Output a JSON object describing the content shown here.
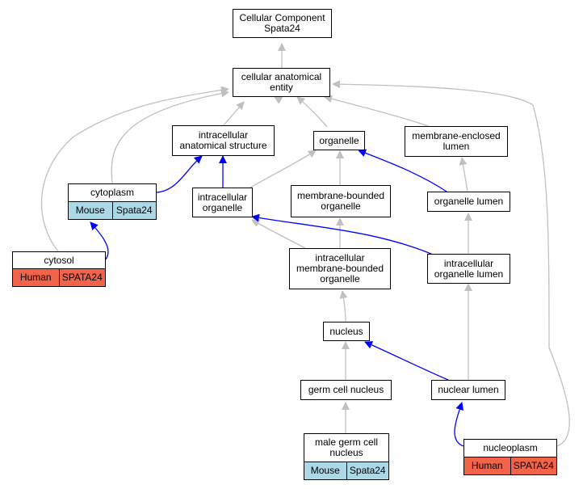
{
  "nodes": {
    "root": {
      "label": "Cellular Component\nSpata24"
    },
    "cae": {
      "label": "cellular anatomical\nentity"
    },
    "ias": {
      "label": "intracellular\nanatomical structure"
    },
    "organelle": {
      "label": "organelle"
    },
    "mel": {
      "label": "membrane-enclosed\nlumen"
    },
    "cytoplasm": {
      "label": "cytoplasm",
      "species": "Mouse",
      "gene": "Spata24"
    },
    "io": {
      "label": "intracellular\norganelle"
    },
    "mbo": {
      "label": "membrane-bounded\norganelle"
    },
    "ol": {
      "label": "organelle lumen"
    },
    "cytosol": {
      "label": "cytosol",
      "species": "Human",
      "gene": "SPATA24"
    },
    "imbo": {
      "label": "intracellular\nmembrane-bounded\norganelle"
    },
    "iol": {
      "label": "intracellular\norganelle lumen"
    },
    "nucleus": {
      "label": "nucleus"
    },
    "gcn": {
      "label": "germ cell nucleus"
    },
    "nl": {
      "label": "nuclear lumen"
    },
    "mgcn": {
      "label": "male germ cell\nnucleus",
      "species": "Mouse",
      "gene": "Spata24"
    },
    "np": {
      "label": "nucleoplasm",
      "species": "Human",
      "gene": "SPATA24"
    }
  },
  "colors": {
    "is_a_edge": "#c0c0c0",
    "part_of_edge": "#0000ff",
    "mouse": "#add8e6",
    "human": "#f26449"
  }
}
